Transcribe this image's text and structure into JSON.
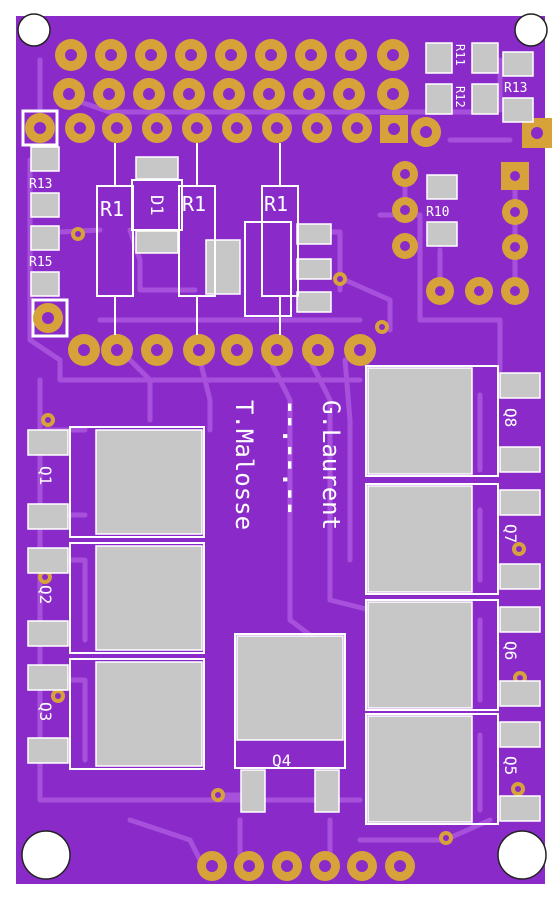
{
  "board": {
    "color_mask": "#8a2bc9",
    "color_trace": "#a750dc",
    "color_pad": "#d7a23a",
    "color_hole": "#8a2bc9",
    "color_smd": "#c7c7c7",
    "color_silk": "#ffffff"
  },
  "credits": {
    "author1": "G.Laurent",
    "author2": "T.Malosse",
    "date": "--.--.--"
  },
  "labels": {
    "r1_a": "R1",
    "r1_b": "R1",
    "r1_c": "R1",
    "d1": "D1",
    "r13_left": "R13",
    "r15": "R15",
    "r11": "R11",
    "r12": "R12",
    "r13_right": "R13",
    "r10": "R10",
    "q1": "Q1",
    "q2": "Q2",
    "q3": "Q3",
    "q4": "Q4",
    "q5": "Q5",
    "q6": "Q6",
    "q7": "Q7",
    "q8": "Q8"
  }
}
